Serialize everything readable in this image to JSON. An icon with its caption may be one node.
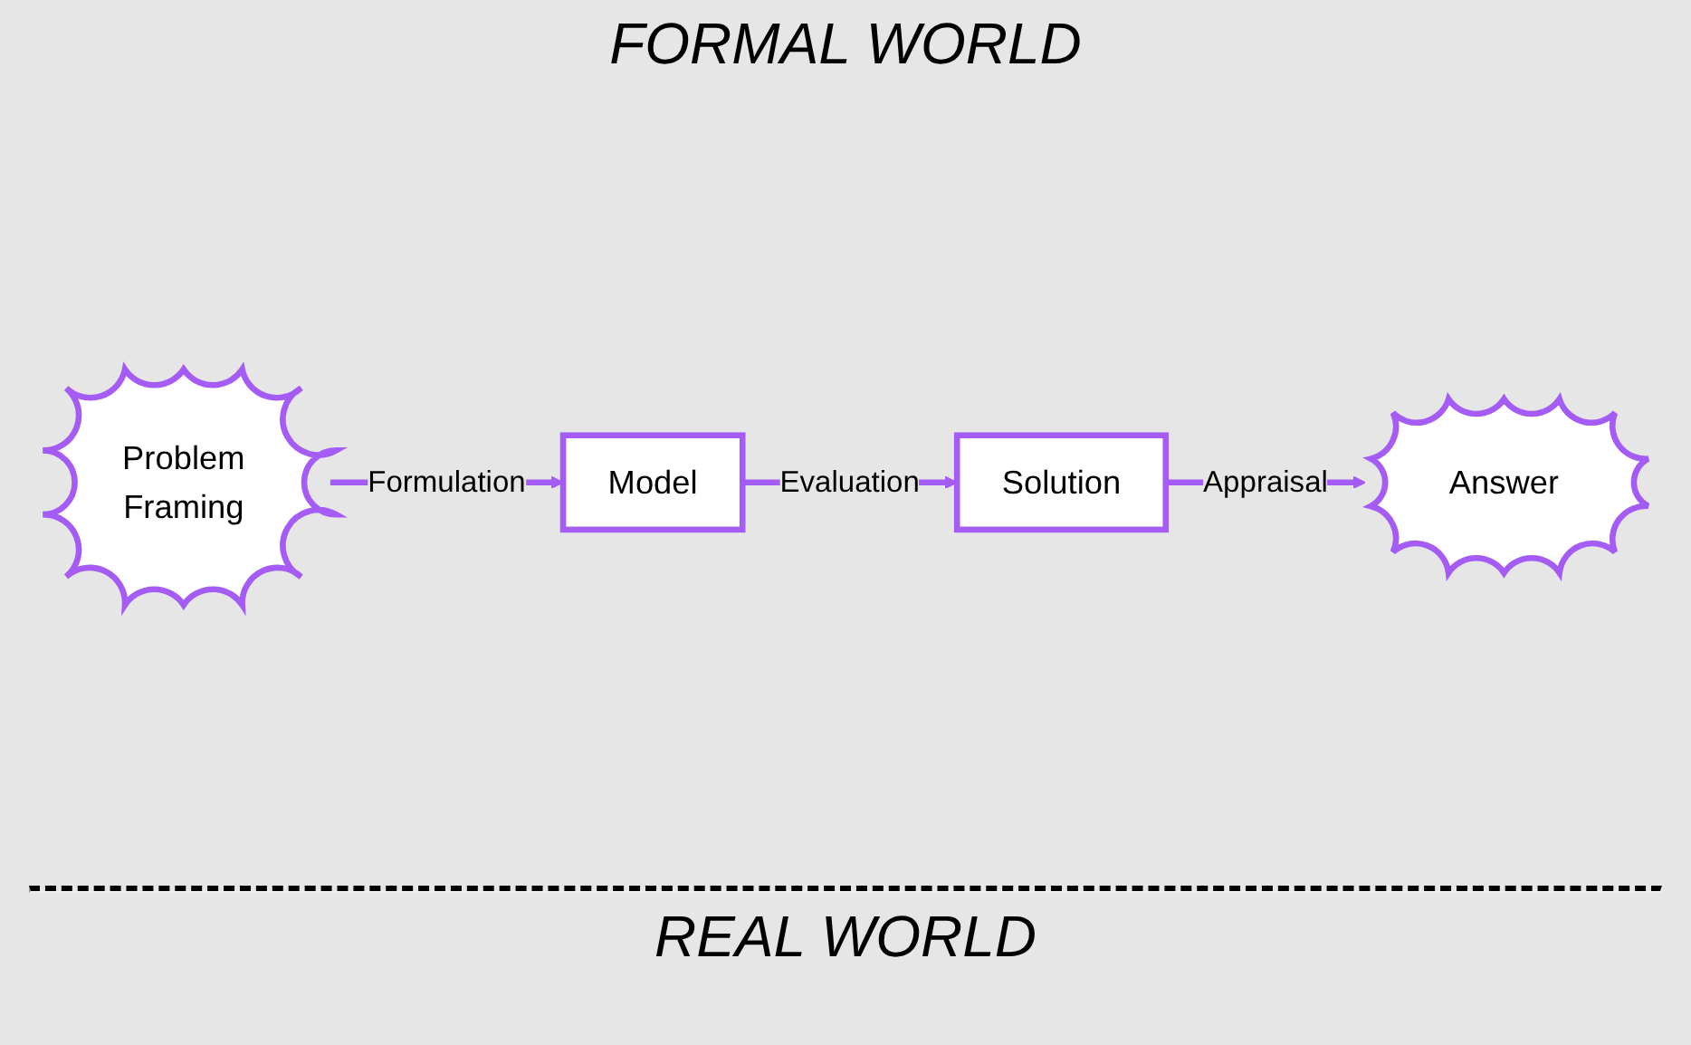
{
  "diagram": {
    "nodes": [
      {
        "text": [
          "Model"
        ]
      },
      {
        "text": [
          "Solution"
        ]
      },
      {
        "text": [
          "Problem",
          "Framing"
        ]
      },
      {
        "text": [
          "Answer"
        ]
      }
    ],
    "edges": [
      {
        "from": 0,
        "to": 1,
        "arrow": "to",
        "label": "Evaluation"
      },
      {
        "from": 2,
        "to": 0,
        "arrow": "to",
        "label": "Formulation"
      },
      {
        "from": 1,
        "to": 3,
        "arrow": "to",
        "label": "Appraisal"
      }
    ],
    "labels": [
      "FORMAL WORLD",
      "REAL WORLD"
    ]
  }
}
